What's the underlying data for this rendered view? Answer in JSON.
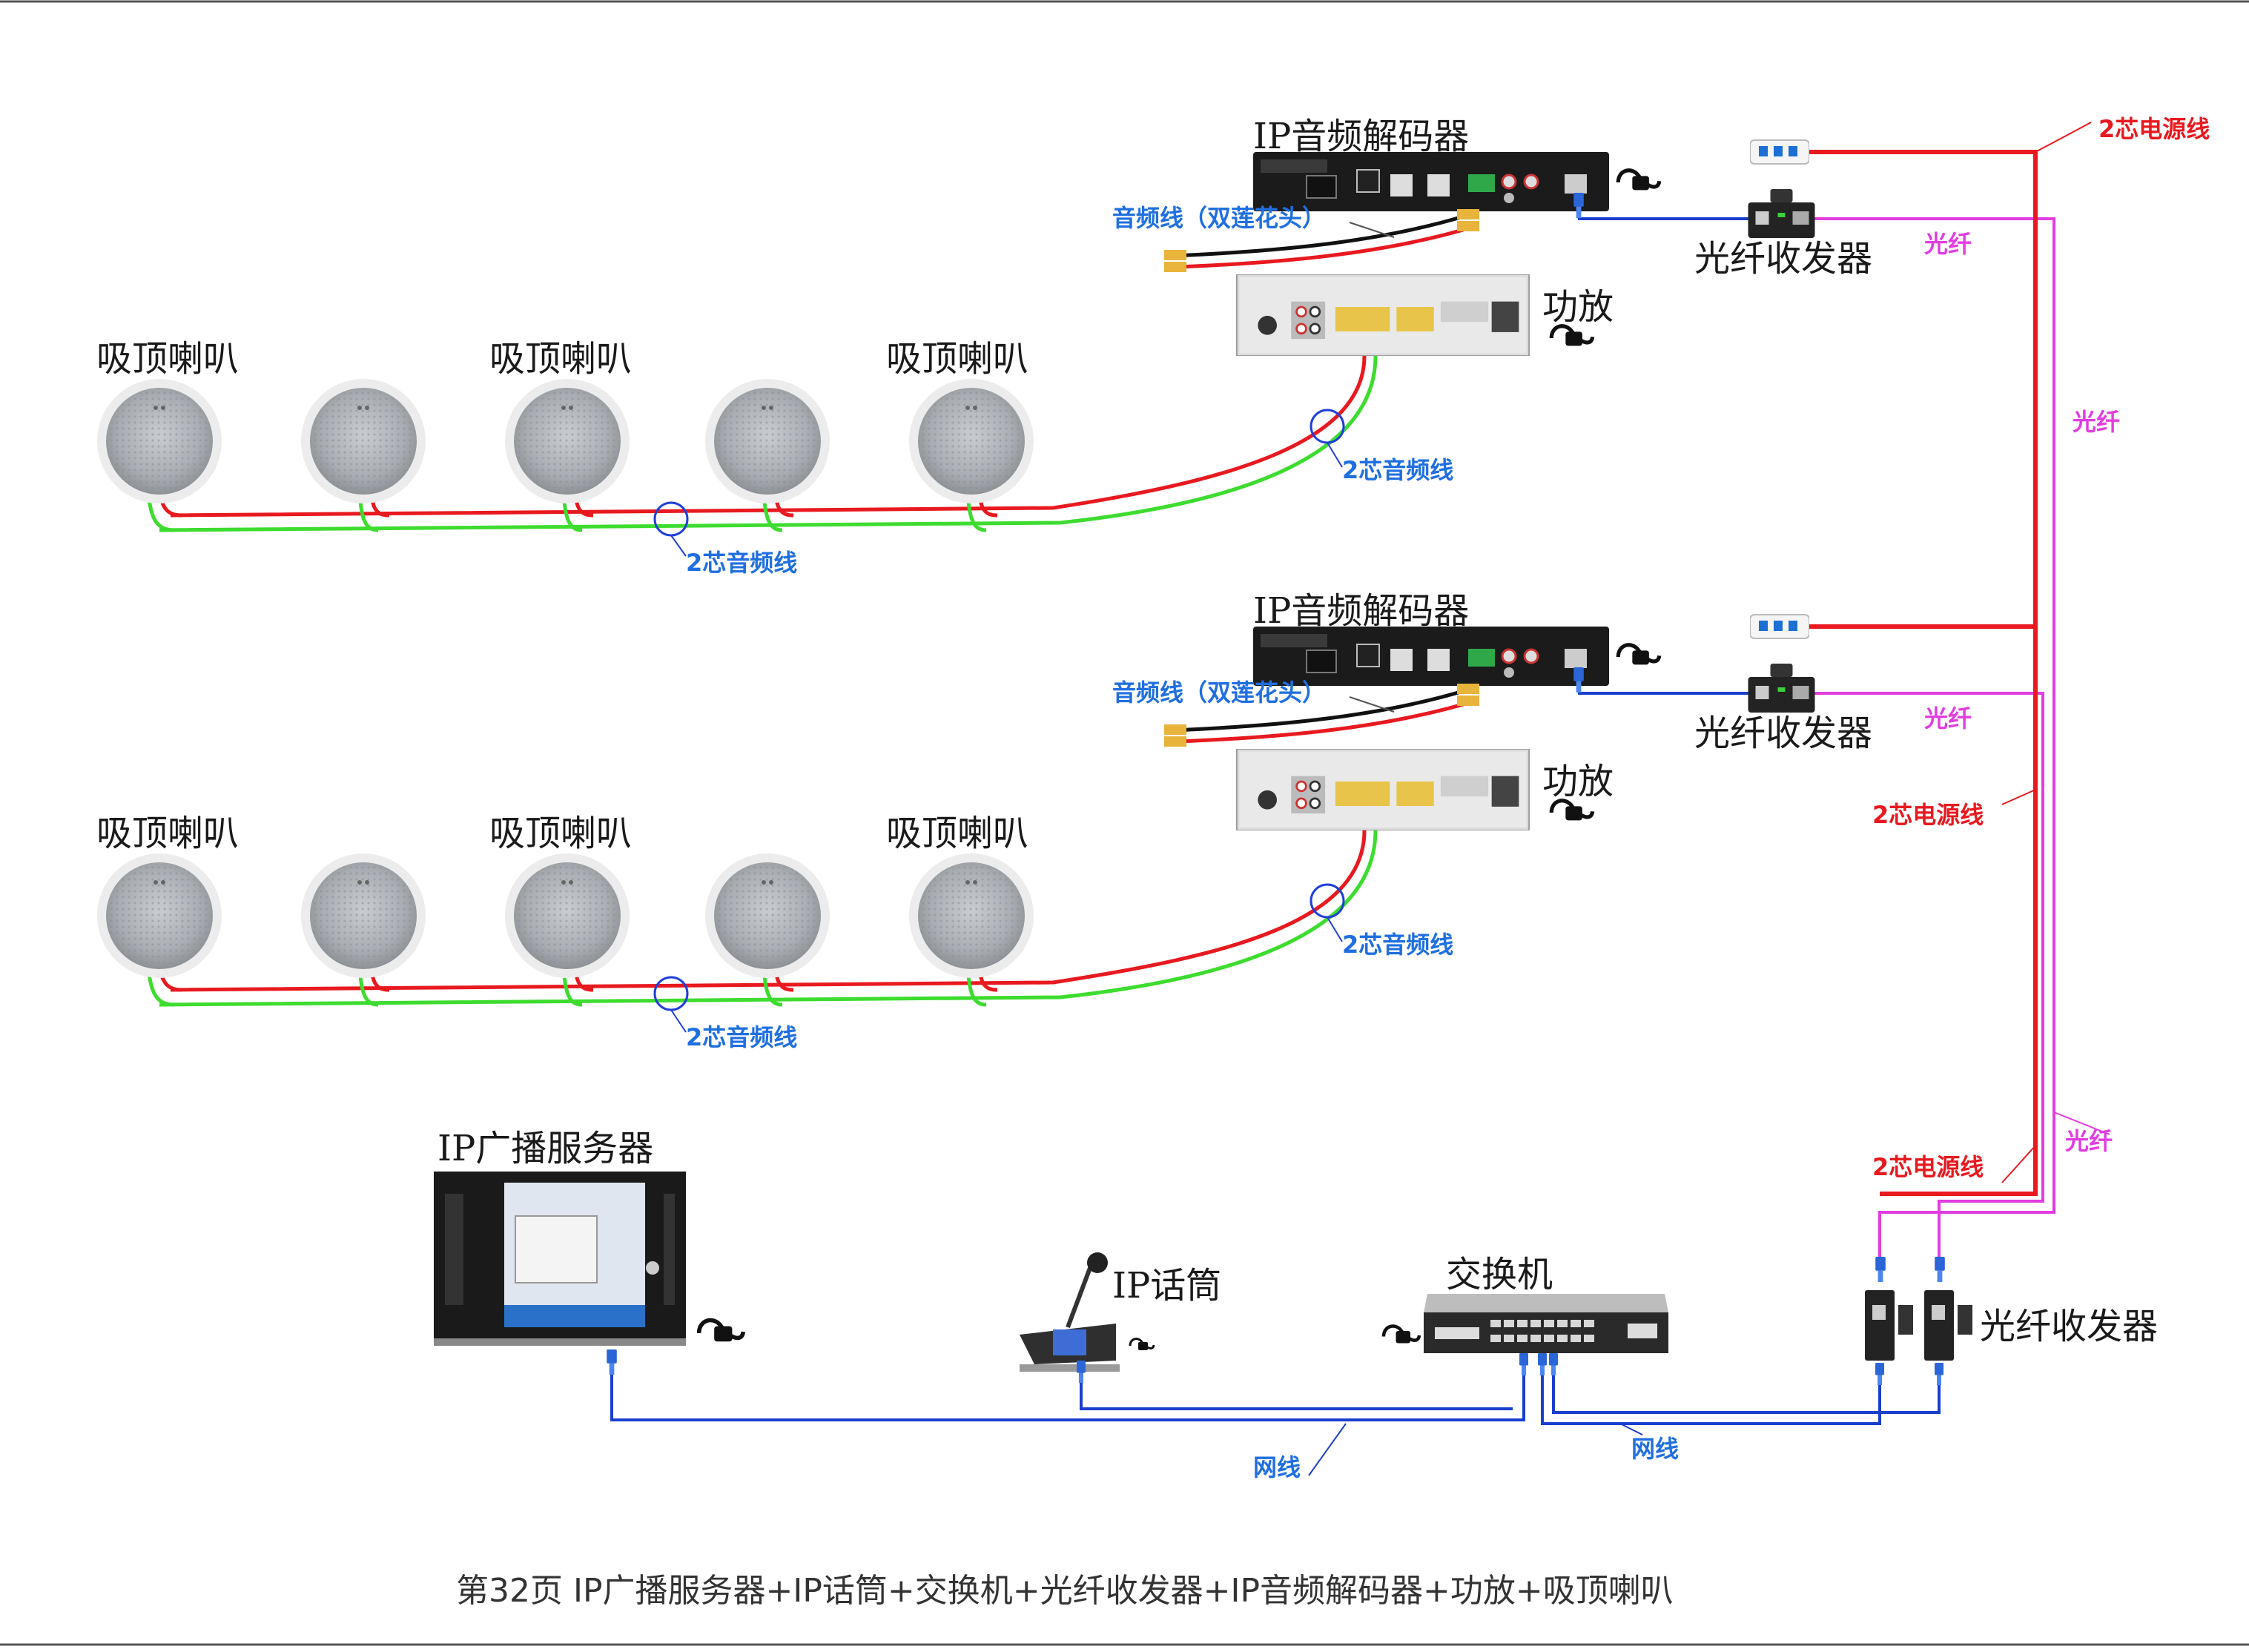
{
  "labels": {
    "decoder": "IP音频解码器",
    "amp": "功放",
    "transceiver": "光纤收发器",
    "speaker": "吸顶喇叭",
    "audio_cable_rca": "音频线（双莲花头）",
    "audio_2core": "2芯音频线",
    "power_2core": "2芯电源线",
    "fiber": "光纤",
    "server": "IP广播服务器",
    "mic": "IP话筒",
    "switch": "交换机",
    "network_cable": "网线"
  },
  "caption": "第32页  IP广播服务器+IP话筒+交换机+光纤收发器+IP音频解码器+功放+吸顶喇叭",
  "colors": {
    "power": "#e8191f",
    "fiber": "#e23de0",
    "network": "#1a3fcf",
    "audio_red": "#e8191f",
    "audio_green": "#3ddc2f",
    "cable_label_blue": "#1f6fe0",
    "frame": "#555555"
  }
}
